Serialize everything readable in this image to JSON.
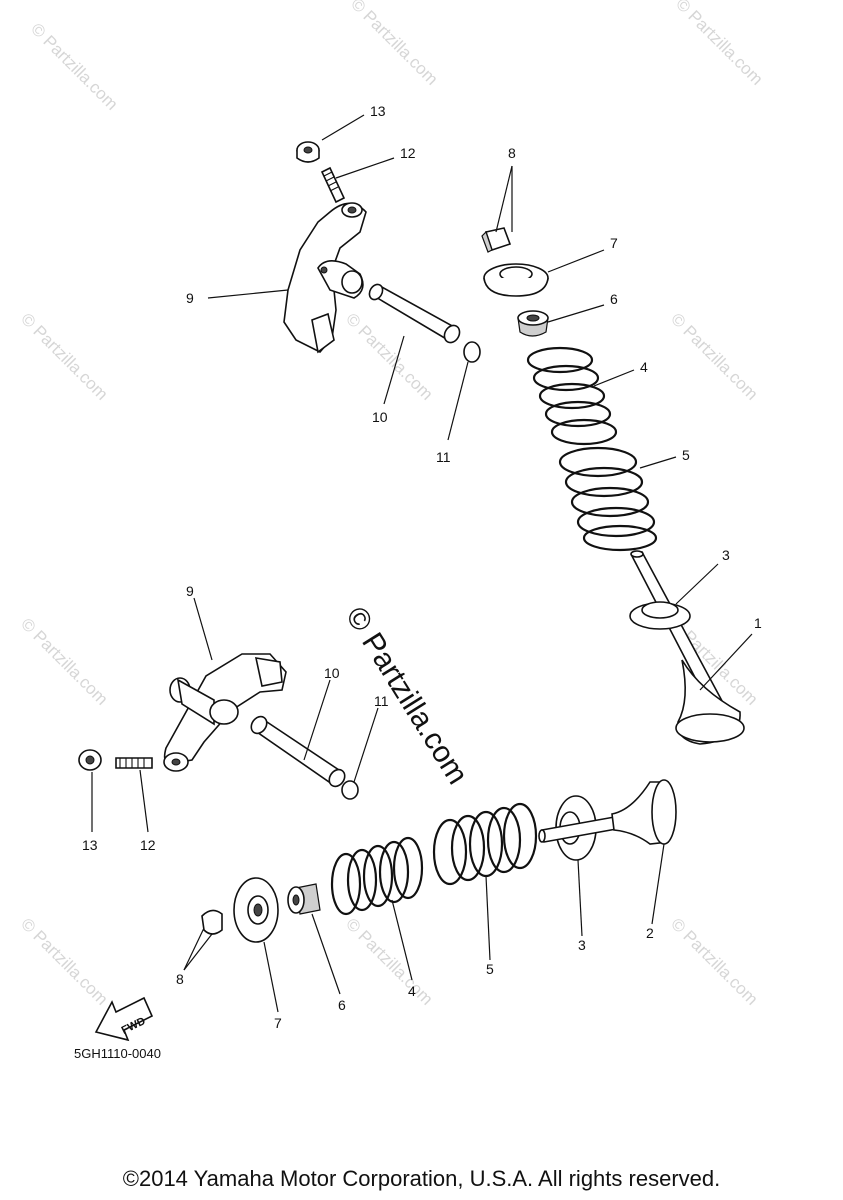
{
  "diagram": {
    "code": "5GH1110-0040",
    "copyright": "©2014 Yamaha Motor Corporation, U.S.A. All rights reserved.",
    "watermark": "© Partzilla.com",
    "watermark_small": "© Partzilla.com",
    "fwd_label": "FWD",
    "upper_labels": [
      "13",
      "12",
      "9",
      "10",
      "11",
      "8",
      "7",
      "6",
      "4",
      "5",
      "3",
      "1"
    ],
    "lower_labels": [
      "9",
      "10",
      "11",
      "13",
      "12",
      "8",
      "7",
      "6",
      "4",
      "5",
      "3",
      "2"
    ]
  }
}
